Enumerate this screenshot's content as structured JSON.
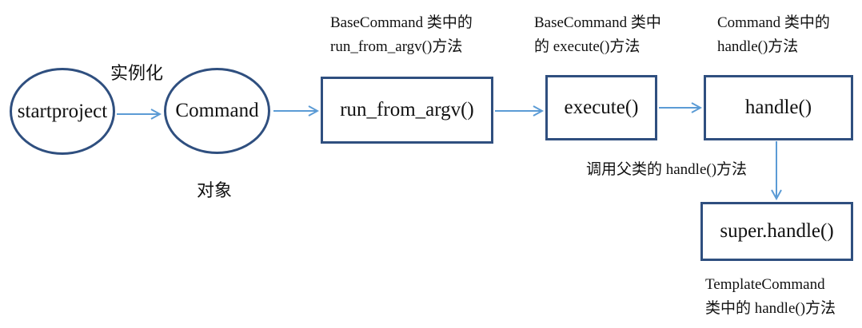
{
  "colors": {
    "node_border": "#2f4f7f",
    "arrow": "#5b9bd5",
    "text": "#111111",
    "background": "#ffffff"
  },
  "nodes": {
    "startproject": "startproject",
    "command": "Command",
    "run_from_argv": "run_from_argv()",
    "execute": "execute()",
    "handle": "handle()",
    "super_handle": "super.handle()"
  },
  "edge_labels": {
    "instantiate": "实例化",
    "object": "对象",
    "call_parent": "调用父类的 handle()方法"
  },
  "annotations": {
    "run_from_argv": [
      "BaseCommand 类中的",
      "run_from_argv()方法"
    ],
    "execute": [
      "BaseCommand 类中",
      "的 execute()方法"
    ],
    "handle": [
      "Command 类中的",
      "handle()方法"
    ],
    "super_handle": [
      "TemplateCommand",
      "类中的 handle()方法"
    ]
  }
}
